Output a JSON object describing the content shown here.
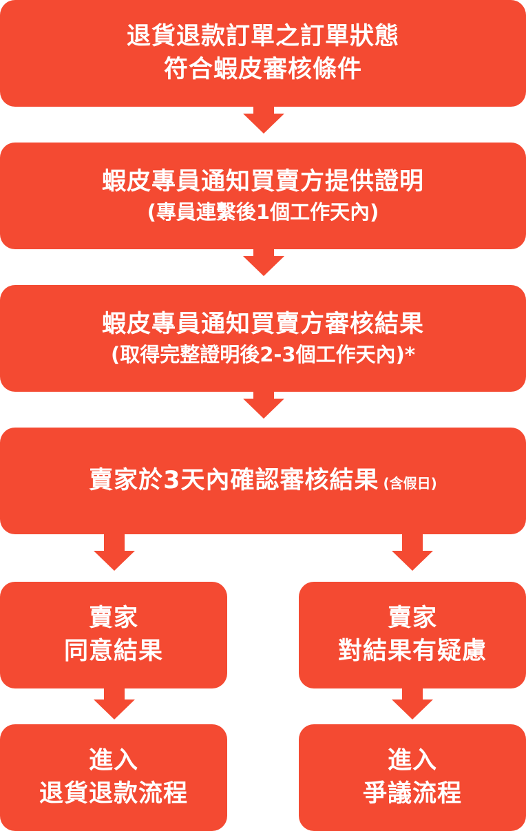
{
  "colors": {
    "box": "#F44A32",
    "text": "#FFFFFF"
  },
  "steps": [
    {
      "line1": "退貨退款訂單之訂單狀態",
      "line2": "符合蝦皮審核條件"
    },
    {
      "line1": "蝦皮專員通知買賣方提供證明",
      "line2": "(專員連繫後1個工作天內)"
    },
    {
      "line1": "蝦皮專員通知買賣方審核結果",
      "line2": "(取得完整證明後2-3個工作天內)*"
    },
    {
      "line1": "賣家於3天內確認審核結果",
      "note": "(含假日)"
    }
  ],
  "left": {
    "decision": {
      "line1": "賣家",
      "line2": "同意結果"
    },
    "outcome": {
      "line1": "進入",
      "line2": "退貨退款流程"
    }
  },
  "right": {
    "decision": {
      "line1": "賣家",
      "line2": "對結果有疑慮"
    },
    "outcome": {
      "line1": "進入",
      "line2": "爭議流程"
    }
  }
}
